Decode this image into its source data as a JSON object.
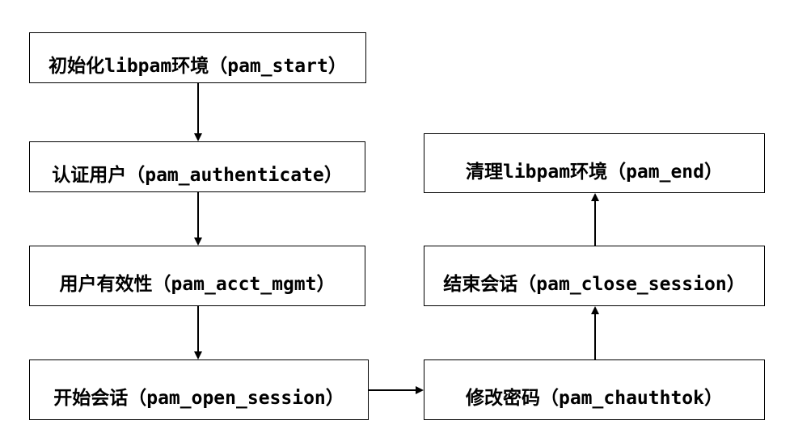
{
  "steps": {
    "init": "初始化libpam环境（pam_start）",
    "authenticate": "认证用户（pam_authenticate）",
    "acct_mgmt": "用户有效性（pam_acct_mgmt）",
    "open_session": "开始会话（pam_open_session）",
    "chauthtok": "修改密码（pam_chauthtok）",
    "close_session": "结束会话（pam_close_session）",
    "end": "清理libpam环境（pam_end）"
  },
  "colors": {
    "border": "#000000",
    "background": "#ffffff",
    "text": "#000000"
  }
}
